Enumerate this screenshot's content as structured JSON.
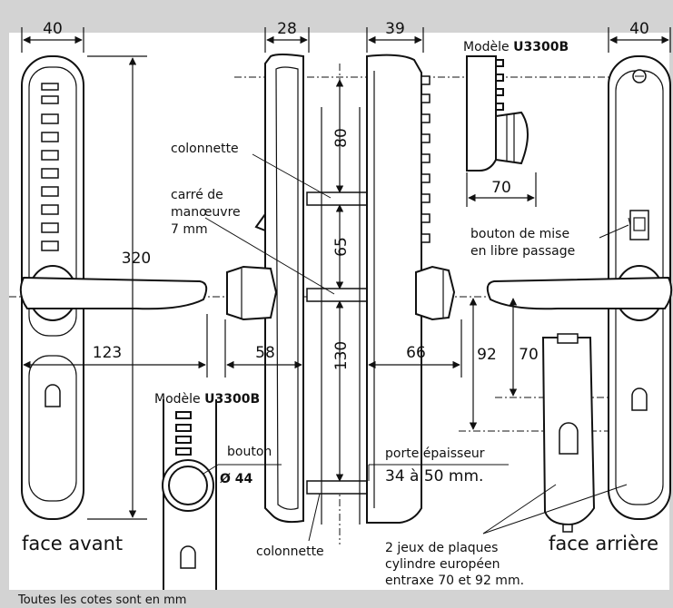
{
  "dimensions": {
    "front_width": "40",
    "side_depth_28": "28",
    "side_depth_39": "39",
    "back_width": "40",
    "height_320": "320",
    "spacing_80": "80",
    "spacing_65": "65",
    "spacing_130": "130",
    "lever_123": "123",
    "lever_58": "58",
    "lever_66": "66",
    "entraxe_92": "92",
    "entraxe_70": "70",
    "model_depth_70": "70"
  },
  "labels": {
    "model_top_prefix": "Modèle ",
    "model_top_code": "U3300B",
    "model_bottom_prefix": "Modèle ",
    "model_bottom_code": "U3300B",
    "colonnette_top": "colonnette",
    "carre_line1": "carré de",
    "carre_line2": "manœuvre",
    "carre_line3": "7 mm",
    "bouton_mise_line1": "bouton de mise",
    "bouton_mise_line2": "en libre passage",
    "bouton": "bouton",
    "bouton_diam": "Ø 44",
    "porte_line1": "porte épaisseur",
    "porte_line2": "34 à 50 mm.",
    "colonnette_bottom": "colonnette",
    "face_avant": "face avant",
    "face_arriere": "face arrière",
    "plaques_line1": "2 jeux de plaques",
    "plaques_line2": "cylindre européen",
    "plaques_line3": "entraxe 70 et 92 mm.",
    "footer": "Toutes les cotes sont en mm"
  },
  "colors": {
    "background": "#d3d3d3",
    "panel": "#ffffff",
    "stroke": "#111111"
  }
}
